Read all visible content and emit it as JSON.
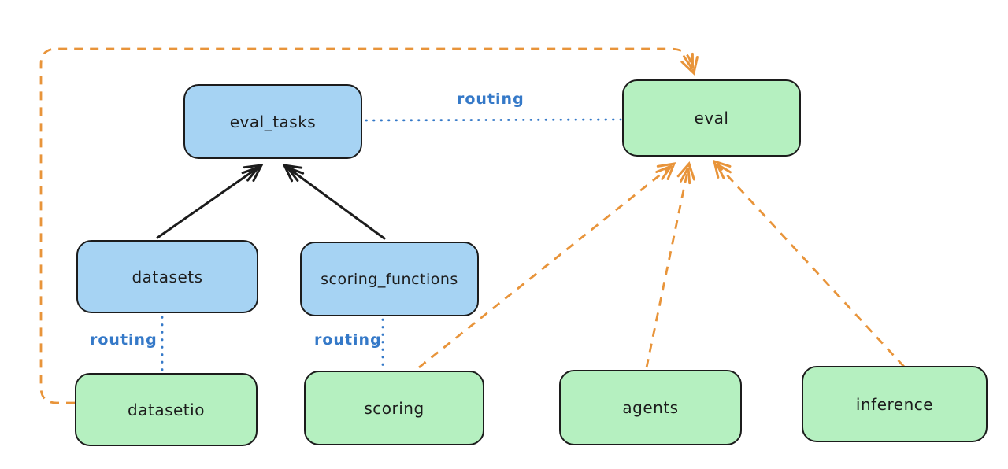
{
  "diagram": {
    "nodes": [
      {
        "id": "eval_tasks",
        "label": "eval_tasks",
        "fill": "#a6d3f3"
      },
      {
        "id": "eval",
        "label": "eval",
        "fill": "#b5f0c0"
      },
      {
        "id": "datasets",
        "label": "datasets",
        "fill": "#a6d3f3"
      },
      {
        "id": "scoring_functions",
        "label": "scoring_functions",
        "fill": "#a6d3f3"
      },
      {
        "id": "datasetio",
        "label": "datasetio",
        "fill": "#b5f0c0"
      },
      {
        "id": "scoring",
        "label": "scoring",
        "fill": "#b5f0c0"
      },
      {
        "id": "agents",
        "label": "agents",
        "fill": "#b5f0c0"
      },
      {
        "id": "inference",
        "label": "inference",
        "fill": "#b5f0c0"
      }
    ],
    "routing_labels": [
      "routing",
      "routing",
      "routing"
    ],
    "edges": [
      {
        "from": "datasets",
        "to": "eval_tasks",
        "style": "solid",
        "color": "black",
        "arrowhead": true
      },
      {
        "from": "scoring_functions",
        "to": "eval_tasks",
        "style": "solid",
        "color": "black",
        "arrowhead": true
      },
      {
        "from": "eval_tasks",
        "to": "eval",
        "style": "dotted",
        "color": "blue",
        "arrowhead": false,
        "label": "routing"
      },
      {
        "from": "datasets",
        "to": "datasetio",
        "style": "dotted",
        "color": "blue",
        "arrowhead": false,
        "label": "routing"
      },
      {
        "from": "scoring_functions",
        "to": "scoring",
        "style": "dotted",
        "color": "blue",
        "arrowhead": false,
        "label": "routing"
      },
      {
        "from": "datasetio",
        "to": "eval",
        "style": "dashed",
        "color": "orange",
        "arrowhead": true
      },
      {
        "from": "scoring",
        "to": "eval",
        "style": "dashed",
        "color": "orange",
        "arrowhead": true
      },
      {
        "from": "agents",
        "to": "eval",
        "style": "dashed",
        "color": "orange",
        "arrowhead": true
      },
      {
        "from": "inference",
        "to": "eval",
        "style": "dashed",
        "color": "orange",
        "arrowhead": true
      }
    ],
    "colors": {
      "node_blue_fill": "#a6d3f3",
      "node_green_fill": "#b5f0c0",
      "node_stroke": "#1c1c1c",
      "edge_black": "#1c1c1c",
      "edge_orange": "#e8943a",
      "edge_blue": "#3579c8",
      "background": "#ffffff"
    }
  }
}
